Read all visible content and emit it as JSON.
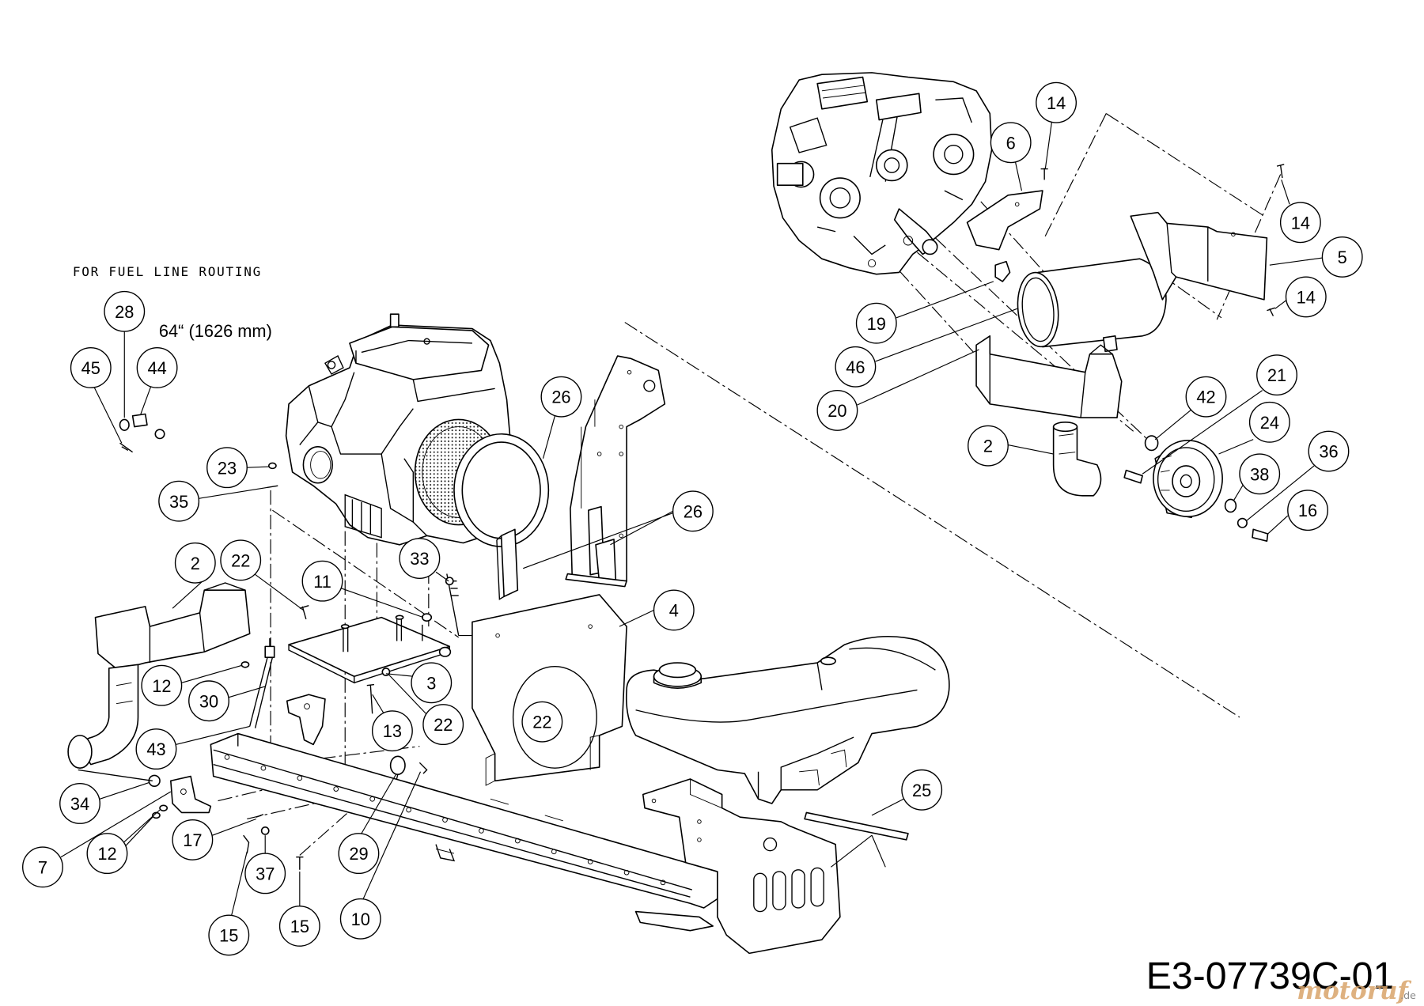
{
  "diagram": {
    "routing_note": "FOR FUEL LINE ROUTING",
    "fuel_line_length": "64“ (1626 mm)",
    "drawing_number": "E3-07739C-01",
    "watermark": "motoruf",
    "watermark_suffix": ".de",
    "callouts": [
      "28",
      "45",
      "44",
      "23",
      "35",
      "2",
      "22",
      "11",
      "33",
      "26",
      "26",
      "4",
      "12",
      "30",
      "3",
      "13",
      "22",
      "22",
      "43",
      "34",
      "7",
      "12",
      "17",
      "37",
      "15",
      "15",
      "29",
      "10",
      "25",
      "14",
      "6",
      "14",
      "5",
      "14",
      "19",
      "46",
      "20",
      "2",
      "21",
      "42",
      "24",
      "36",
      "38",
      "16"
    ]
  }
}
